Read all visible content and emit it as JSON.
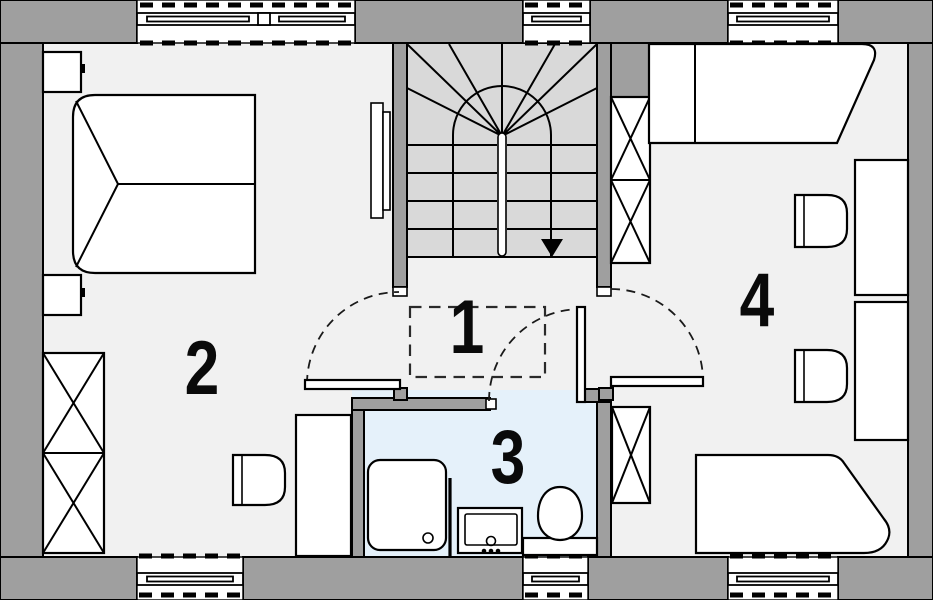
{
  "rooms": [
    {
      "label": "1",
      "name": "hall-landing"
    },
    {
      "label": "2",
      "name": "bedroom-left"
    },
    {
      "label": "3",
      "name": "bathroom"
    },
    {
      "label": "4",
      "name": "bedroom-right"
    }
  ],
  "colors": {
    "wall": "#9f9f9f",
    "floor": "#f1f1f1",
    "stairs_fill": "#d9d9d9",
    "bathroom_floor": "#e5f1fa",
    "outline": "#000000",
    "background": "#ffffff"
  },
  "furniture": {
    "bedroom_left": [
      "double-bed",
      "nightstand",
      "nightstand",
      "wardrobe",
      "desk",
      "chair"
    ],
    "bedroom_right": [
      "single-bed",
      "single-bed",
      "wardrobe",
      "wardrobe",
      "desk",
      "desk",
      "chair",
      "chair"
    ],
    "bathroom": [
      "shower",
      "washbasin",
      "toilet"
    ],
    "hall": [
      "winder-stairs",
      "radiator"
    ]
  }
}
